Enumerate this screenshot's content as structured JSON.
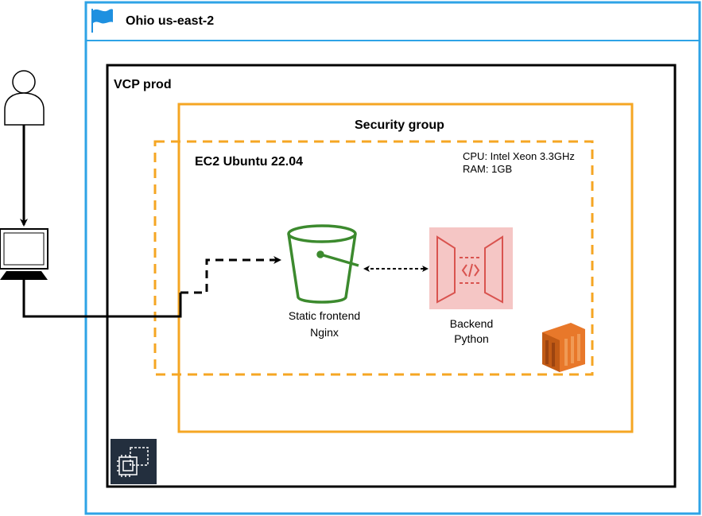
{
  "region": {
    "label": "Ohio us-east-2",
    "icon": "flag-icon",
    "border_color": "#2ea3e6"
  },
  "vpc": {
    "label": "VCP prod",
    "border_color": "#000000"
  },
  "security_group": {
    "label": "Security group",
    "border_color": "#f5a623"
  },
  "ec2_instance": {
    "label": "EC2 Ubuntu 22.04",
    "specs": [
      "CPU: Intel Xeon 3.3GHz",
      "RAM: 1GB"
    ],
    "icon": "ec2-instance-icon",
    "icon_color": "#e8782a"
  },
  "frontend": {
    "lines": [
      "Static frontend",
      "Nginx"
    ],
    "icon": "s3-bucket-icon",
    "icon_color": "#3c8a2e"
  },
  "backend": {
    "lines": [
      "Backend",
      "Python"
    ],
    "icon": "api-gateway-icon",
    "icon_color": "#d9534f",
    "icon_bg": "#f5c6c5"
  },
  "user": {
    "icon": "user-icon"
  },
  "client": {
    "icon": "computer-icon"
  },
  "vpc_corner_icon": {
    "icon": "ec2-instances-group-icon",
    "bg": "#232f3e"
  }
}
